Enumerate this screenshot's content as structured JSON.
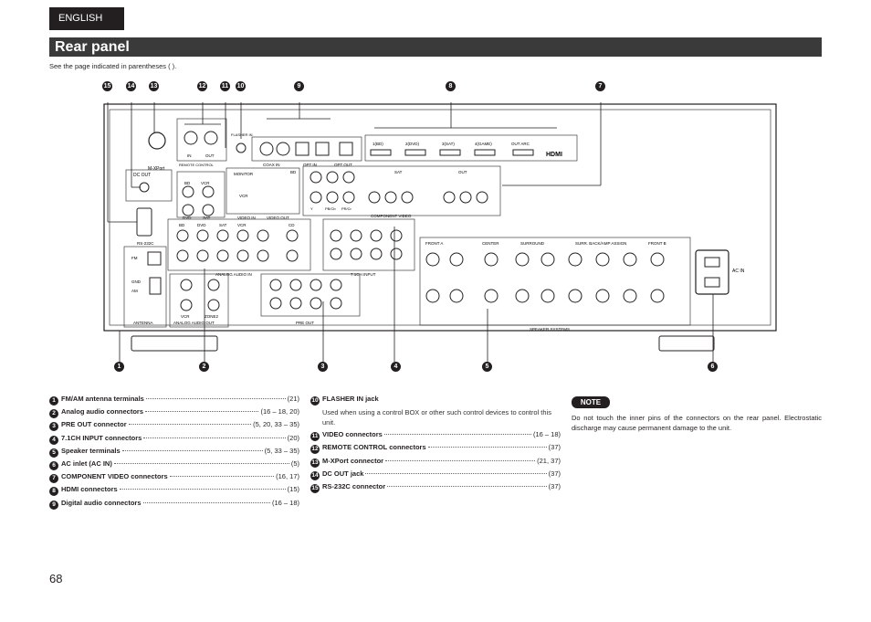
{
  "header": {
    "language": "ENGLISH",
    "title": "Rear panel",
    "note": "See the page indicated in parentheses ( )."
  },
  "diagram": {
    "labels": {
      "mxport": "M-XPort",
      "remote_control": "REMOTE CONTROL",
      "in": "IN",
      "out": "OUT",
      "flasher_in": "FLASHER IN",
      "coax_in": "COAX IN",
      "opt_in": "OPT IN",
      "opt_out": "OPT OUT",
      "hdmi_bd": "1(BD)",
      "hdmi_dvd": "2(DVD)",
      "hdmi_sat": "3(SAT)",
      "hdmi_game": "4(GAME)",
      "hdmi_out_arc": "OUT   ARC",
      "hdmi_logo": "HDMI",
      "dc_out": "DC OUT",
      "rs232c": "RS-232C",
      "monitor": "MONITOR",
      "vcr": "VCR",
      "bd": "BD",
      "dvd": "DVD",
      "sat": "SAT",
      "video_in": "VIDEO IN",
      "video_out": "VIDEO OUT",
      "component_video": "COMPONENT VIDEO",
      "analog_audio_in": "ANALOG AUDIO IN",
      "cd": "CD",
      "fm": "FM",
      "am": "AM",
      "gnd": "GND",
      "antenna": "ANTENNA",
      "analog_audio_out": "ANALOG AUDIO OUT",
      "zone2": "ZONE2",
      "pre_out": "PRE OUT",
      "ch71_input": "7.1CH INPUT",
      "front_a": "FRONT A",
      "center": "CENTER",
      "surround": "SURROUND",
      "surr_back": "SURR. BACK/AMP ASSIGN",
      "front_b": "FRONT B",
      "speaker_systems": "SPEAKER SYSTEMS",
      "ac_in": "AC IN",
      "y": "Y",
      "pb": "PB/Cb",
      "pr": "PR/Cr"
    },
    "callouts_bottom": [
      "1",
      "2",
      "3",
      "4",
      "5",
      "6"
    ],
    "callouts_top": [
      "15",
      "14",
      "13",
      "12",
      "11",
      "10",
      "9",
      "8",
      "7"
    ]
  },
  "items": [
    {
      "num": "1",
      "label": "FM/AM antenna terminals",
      "page": "(21)"
    },
    {
      "num": "2",
      "label": "Analog audio connectors",
      "page": "(16 – 18, 20)"
    },
    {
      "num": "3",
      "label": "PRE OUT connector",
      "page": "(5, 20, 33 – 35)"
    },
    {
      "num": "4",
      "label": "7.1CH INPUT connectors",
      "page": "(20)"
    },
    {
      "num": "5",
      "label": "Speaker terminals",
      "page": "(5,  33 – 35)"
    },
    {
      "num": "6",
      "label": "AC inlet (AC IN)",
      "page": "(5)"
    },
    {
      "num": "7",
      "label": "COMPONENT VIDEO connectors",
      "page": "(16, 17)"
    },
    {
      "num": "8",
      "label": "HDMI connectors",
      "page": "(15)"
    },
    {
      "num": "9",
      "label": "Digital audio connectors",
      "page": "(16 – 18)"
    }
  ],
  "items2": [
    {
      "num": "10",
      "label": "FLASHER IN jack",
      "page": "",
      "desc": "Used when using a control BOX or other such control devices to control this unit."
    },
    {
      "num": "11",
      "label": "VIDEO connectors",
      "page": "(16 – 18)"
    },
    {
      "num": "12",
      "label": "REMOTE CONTROL connectors",
      "page": "(37)"
    },
    {
      "num": "13",
      "label": "M-XPort connector",
      "page": "(21, 37)"
    },
    {
      "num": "14",
      "label": "DC OUT jack",
      "page": "(37)"
    },
    {
      "num": "15",
      "label": "RS-232C connector",
      "page": "(37)"
    }
  ],
  "note": {
    "badge": "NOTE",
    "text": "Do not touch the inner pins of the connectors on the rear panel. Electrostatic discharge may cause permanent damage to the unit."
  },
  "page_number": "68"
}
